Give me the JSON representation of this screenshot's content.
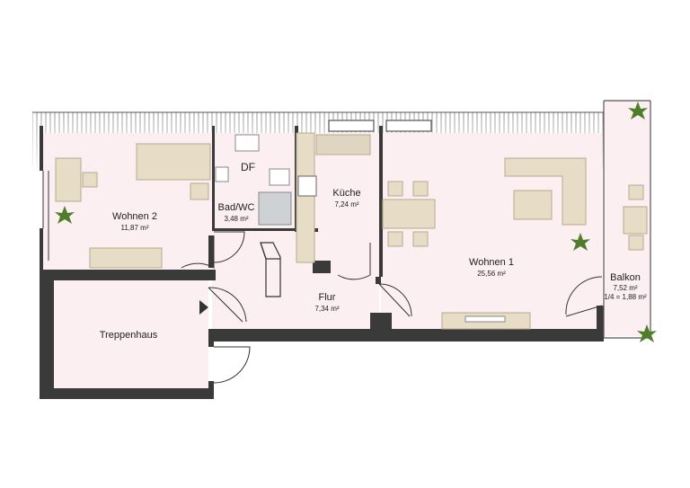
{
  "rooms": {
    "wohnen2": {
      "name": "Wohnen 2",
      "area": "11,87 m²"
    },
    "bad": {
      "name": "Bad/WC",
      "area": "3,48 m²"
    },
    "df": {
      "name": "DF"
    },
    "kueche": {
      "name": "Küche",
      "area": "7,24 m²"
    },
    "wohnen1": {
      "name": "Wohnen 1",
      "area": "25,56 m²"
    },
    "balkon": {
      "name": "Balkon",
      "area": "7,52 m²",
      "area_note": "1/4 = 1,88 m²"
    },
    "flur": {
      "name": "Flur",
      "area": "7,34 m²"
    },
    "treppenhaus": {
      "name": "Treppenhaus"
    }
  },
  "colors": {
    "wall": "#3a3a3a",
    "floor": "#fbeff2",
    "furniture": "#e7dcc6",
    "furniture_edge": "#b8a98a",
    "plant": "#4f7d2a"
  }
}
